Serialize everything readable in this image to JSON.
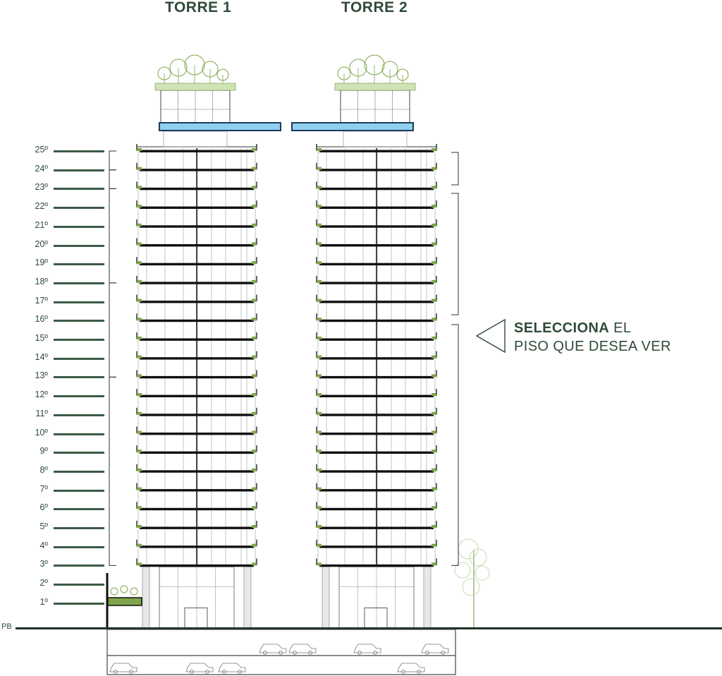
{
  "towers": [
    {
      "title": "TORRE 1",
      "key": "torre-1"
    },
    {
      "title": "TORRE 2",
      "key": "torre-2"
    }
  ],
  "floors": [
    "25º",
    "24º",
    "23º",
    "22º",
    "21º",
    "20º",
    "19º",
    "18º",
    "17º",
    "16º",
    "15º",
    "14º",
    "13º",
    "12º",
    "11º",
    "10º",
    "9º",
    "8º",
    "7º",
    "6º",
    "5º",
    "4º",
    "3º",
    "2º",
    "1º"
  ],
  "ground_label": "PB",
  "cta": {
    "bold": "SELECCIONA",
    "rest_line1": " EL",
    "line2": "PISO QUE DESEA VER"
  },
  "colors": {
    "accent": "#2f4a38",
    "line": "#3d5a46",
    "green": "#7fa64a",
    "pool": "#8fd0ee"
  }
}
